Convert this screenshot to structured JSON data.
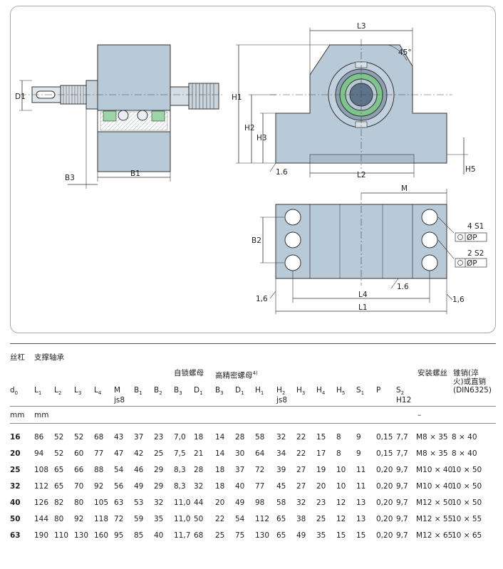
{
  "drawing": {
    "labels": {
      "D1": "D1",
      "B3": "B3",
      "B1": "B1",
      "L3": "L3",
      "angle": "45°",
      "H1": "H1",
      "H2": "H2",
      "H3": "H3",
      "H5": "H5",
      "L2": "L2",
      "b16a": "1.6",
      "M": "M",
      "B2": "B2",
      "S1": "4 S1",
      "S2": "2 S2",
      "P1": "ØP",
      "P2": "ØP",
      "L4": "L4",
      "L1": "L1",
      "c16a": "1,6",
      "c16b": "1.6",
      "c16c": "1,6"
    }
  },
  "table": {
    "group_headers": {
      "screw": "丝杠",
      "bearing": "支撑轴承",
      "locknut": "自锁螺母",
      "precision_nut": "高精密螺母",
      "precision_nut_sup": "4)",
      "bolt": "安装螺丝",
      "pin_line1": "锥销(淬",
      "pin_line2": "火)或直销",
      "pin_line3": "(DIN6325)"
    },
    "columns": [
      {
        "main": "d",
        "sub": "0",
        "note": ""
      },
      {
        "main": "L",
        "sub": "1",
        "note": ""
      },
      {
        "main": "L",
        "sub": "2",
        "note": ""
      },
      {
        "main": "L",
        "sub": "3",
        "note": ""
      },
      {
        "main": "L",
        "sub": "4",
        "note": ""
      },
      {
        "main": "M",
        "sub": "",
        "note": "js8"
      },
      {
        "main": "B",
        "sub": "1",
        "note": ""
      },
      {
        "main": "B",
        "sub": "2",
        "note": ""
      },
      {
        "main": "B",
        "sub": "3",
        "note": ""
      },
      {
        "main": "D",
        "sub": "1",
        "note": ""
      },
      {
        "main": "B",
        "sub": "3",
        "note": ""
      },
      {
        "main": "D",
        "sub": "1",
        "note": ""
      },
      {
        "main": "H",
        "sub": "1",
        "note": ""
      },
      {
        "main": "H",
        "sub": "2",
        "note": "js8"
      },
      {
        "main": "H",
        "sub": "3",
        "note": ""
      },
      {
        "main": "H",
        "sub": "4",
        "note": ""
      },
      {
        "main": "H",
        "sub": "5",
        "note": ""
      },
      {
        "main": "S",
        "sub": "1",
        "note": ""
      },
      {
        "main": "P",
        "sub": "",
        "note": ""
      },
      {
        "main": "S",
        "sub": "2",
        "note": "H12"
      }
    ],
    "units": {
      "u1": "mm",
      "u2": "mm",
      "u3": "–"
    },
    "rows": [
      [
        "16",
        "86",
        "52",
        "52",
        "68",
        "43",
        "37",
        "23",
        "7,0",
        "18",
        "14",
        "28",
        "58",
        "32",
        "22",
        "15",
        "8",
        "9",
        "0,15",
        "7,7",
        "M8 × 35",
        "8 × 40"
      ],
      [
        "20",
        "94",
        "52",
        "60",
        "77",
        "47",
        "42",
        "25",
        "7,5",
        "21",
        "14",
        "30",
        "64",
        "34",
        "22",
        "17",
        "8",
        "9",
        "0,15",
        "7,7",
        "M8 × 35",
        "8 × 40"
      ],
      [
        "25",
        "108",
        "65",
        "66",
        "88",
        "54",
        "46",
        "29",
        "8,3",
        "28",
        "18",
        "37",
        "72",
        "39",
        "27",
        "19",
        "10",
        "11",
        "0,20",
        "9,7",
        "M10 × 40",
        "10 × 50"
      ],
      [
        "32",
        "112",
        "65",
        "70",
        "92",
        "56",
        "49",
        "29",
        "8,3",
        "32",
        "18",
        "40",
        "77",
        "45",
        "27",
        "20",
        "10",
        "11",
        "0,20",
        "9,7",
        "M10 × 40",
        "10 × 50"
      ],
      [
        "40",
        "126",
        "82",
        "80",
        "105",
        "63",
        "53",
        "32",
        "11,0",
        "44",
        "20",
        "49",
        "98",
        "58",
        "32",
        "23",
        "12",
        "13",
        "0,20",
        "9,7",
        "M12 × 50",
        "10 × 50"
      ],
      [
        "50",
        "144",
        "80",
        "92",
        "118",
        "72",
        "59",
        "35",
        "11,0",
        "50",
        "22",
        "54",
        "112",
        "65",
        "38",
        "25",
        "12",
        "13",
        "0,20",
        "9,7",
        "M12 × 55",
        "10 × 55"
      ],
      [
        "63",
        "190",
        "110",
        "130",
        "160",
        "95",
        "85",
        "40",
        "11,7",
        "68",
        "25",
        "75",
        "130",
        "65",
        "49",
        "35",
        "15",
        "15",
        "0,20",
        "9,7",
        "M12 × 65",
        "10 × 65"
      ]
    ]
  }
}
